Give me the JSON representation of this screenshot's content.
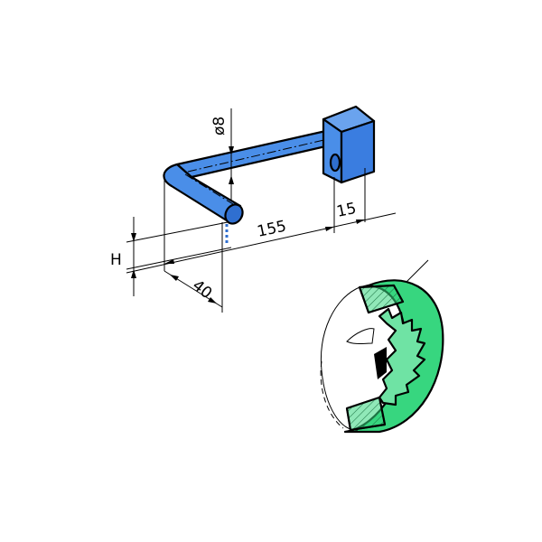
{
  "dimensions": {
    "diameter": "ø8",
    "height": "H",
    "length": "155",
    "offset": "15",
    "short_leg": "40"
  },
  "colors": {
    "part_fill": "#4a8ee8",
    "part_fill_dark": "#2f6fd0",
    "cutter_green": "#37d67f",
    "cutter_green_light": "#6fe3a4",
    "line": "#000000"
  }
}
